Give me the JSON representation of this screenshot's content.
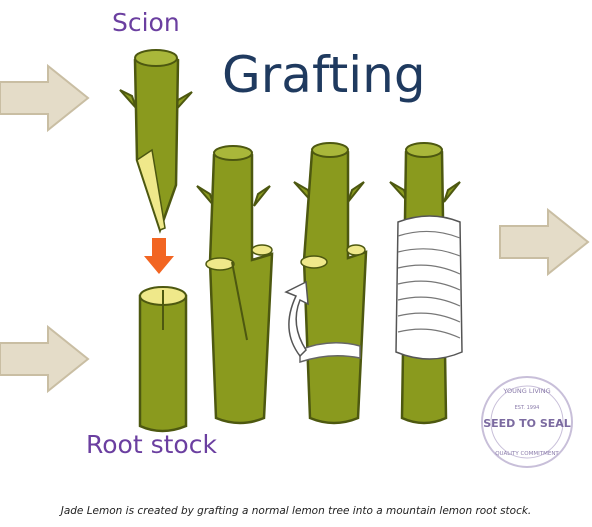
{
  "labels": {
    "scion": "Scion",
    "title": "Grafting",
    "root_stock": "Root stock"
  },
  "caption": "Jade Lemon is created by grafting a normal lemon tree into a mountain lemon root stock.",
  "seal": {
    "main_text": "SEED TO SEAL",
    "arc_top": "YOUNG LIVING",
    "arc_bottom": "QUALITY COMMITMENT",
    "est": "EST. 1994"
  },
  "colors": {
    "stem": "#8a9a1e",
    "stem_dark": "#5e6b12",
    "cut": "#e6e27a",
    "arrow_gray": "#e0d6c1",
    "arrow_orange": "#f26522",
    "label_purple": "#6b3fa0",
    "title_navy": "#1f3a5f",
    "seal_purple": "#7b6aa0"
  }
}
